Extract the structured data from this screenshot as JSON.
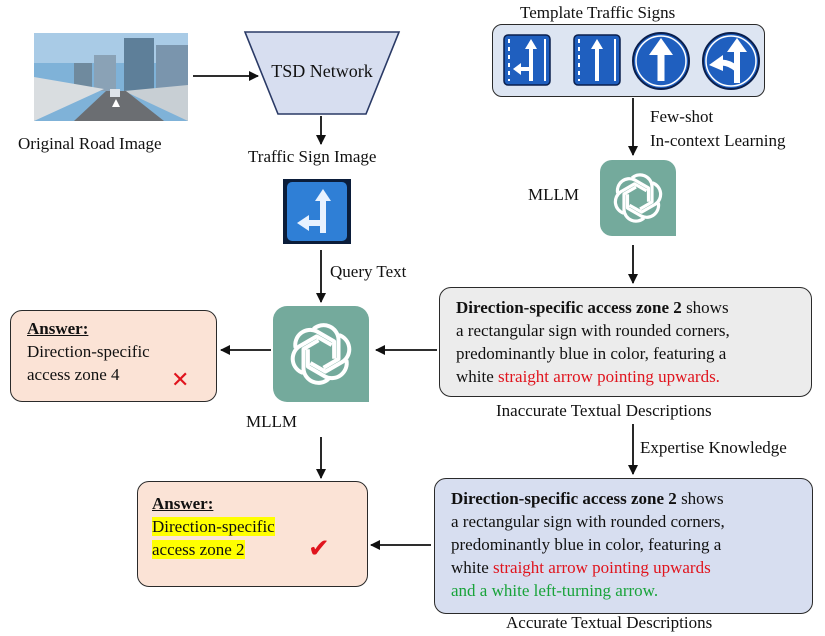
{
  "labels": {
    "template_title": "Template Traffic Signs",
    "tsd_network": "TSD Network",
    "original_road_image": "Original Road Image",
    "traffic_sign_image": "Traffic Sign Image",
    "few_shot": "Few-shot",
    "in_context": "In-context Learning",
    "mllm_top": "MLLM",
    "query_text": "Query Text",
    "mllm_bottom": "MLLM",
    "inaccurate": "Inaccurate Textual Descriptions",
    "expertise": "Expertise Knowledge",
    "accurate": "Accurate Textual Descriptions"
  },
  "answer_wrong": {
    "title": "Answer:",
    "line1": "Direction-specific",
    "line2": "access zone 4",
    "mark": "✕"
  },
  "answer_right": {
    "title": "Answer:",
    "line1": "Direction-specific",
    "line2": "access zone 2",
    "mark": "✔"
  },
  "inaccurate_desc": {
    "bold": "Direction-specific access zone 2",
    "t1": " shows",
    "t2": "a rectangular sign with rounded corners,",
    "t3": "predominantly blue in color, featuring a",
    "t4": "white ",
    "red": "straight arrow pointing upwards."
  },
  "accurate_desc": {
    "bold": "Direction-specific access zone 2",
    "t1": " shows",
    "t2": "a rectangular sign with rounded corners,",
    "t3": "predominantly blue in color, featuring a",
    "t4": "white ",
    "red": "straight arrow pointing upwards",
    "green": "and a white left-turning arrow."
  },
  "colors": {
    "answer_bg": "#fbe3d6",
    "inaccurate_bg": "#ececec",
    "accurate_bg": "#d7def0",
    "template_bg": "#dde5f2",
    "tsd_bg": "#d7def0",
    "sign_blue": "#1f5fbf",
    "chatgpt_green": "#74aa9c",
    "highlight": "#ffff00"
  },
  "icons": [
    "road-photo",
    "chatgpt-logo",
    "traffic-sign",
    "cross-mark",
    "check-mark"
  ]
}
